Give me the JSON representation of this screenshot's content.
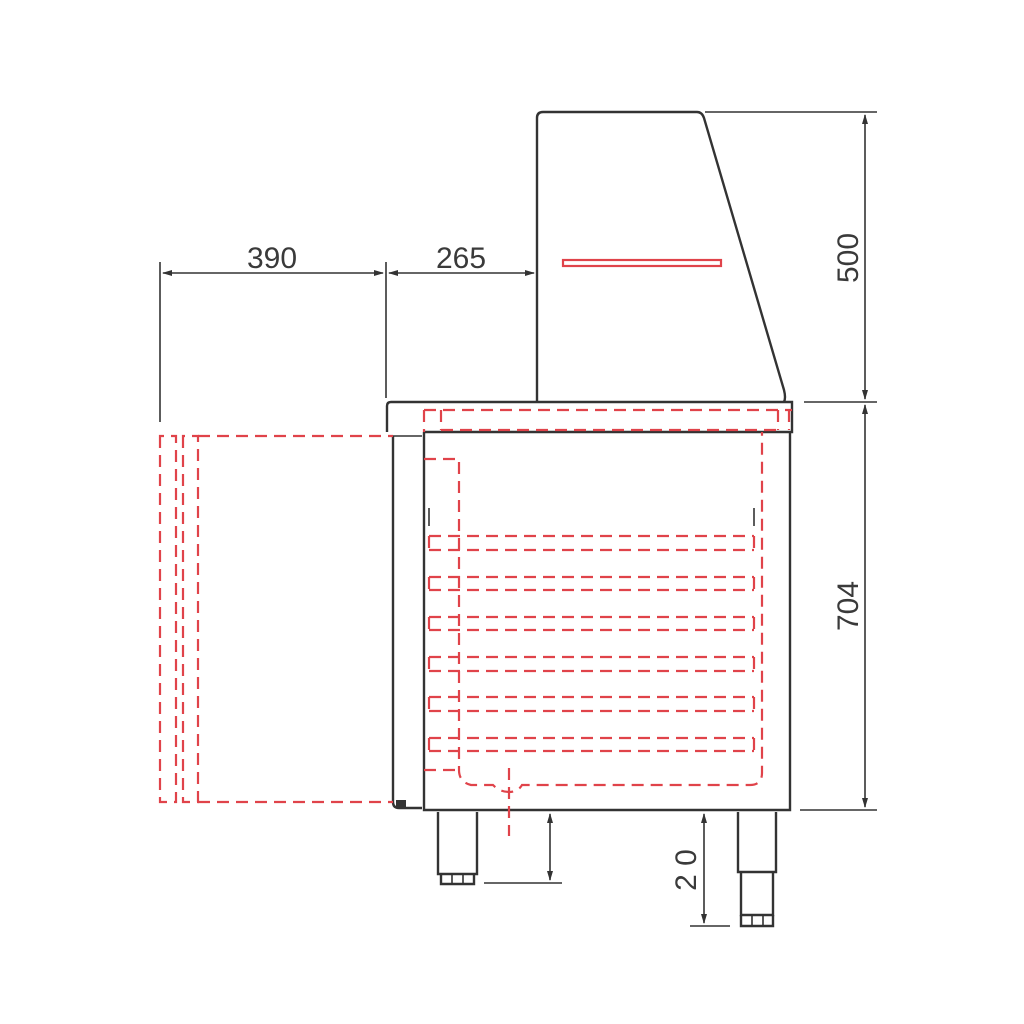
{
  "diagram": {
    "type": "technical-side-view",
    "subject": "refrigerated counter with glass sneeze guard",
    "colors": {
      "outline": "#333333",
      "hidden_lines": "#e0434a",
      "background": "#ffffff"
    },
    "dimensions": {
      "door_swing": "390",
      "top_setback": "265",
      "guard_height": "500",
      "body_height": "704",
      "leg_height": "2 0"
    },
    "shelves_count": 6
  }
}
